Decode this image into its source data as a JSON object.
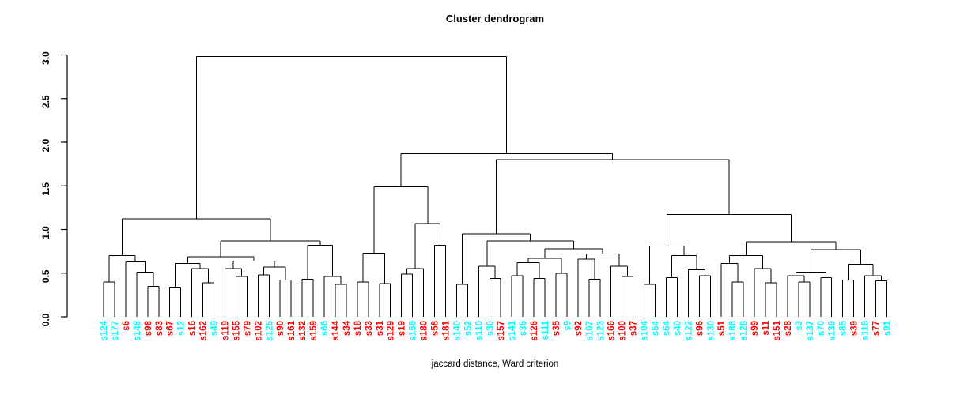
{
  "title": "Cluster dendrogram",
  "caption": "jaccard distance, Ward criterion",
  "axis": {
    "tick_labels": [
      "0.0",
      "0.5",
      "1.0",
      "1.5",
      "2.0",
      "2.5",
      "3.0"
    ],
    "tick_values": [
      0,
      0.5,
      1,
      1.5,
      2,
      2.5,
      3
    ]
  },
  "colors": {
    "cluster_cyan": "#00FFFF",
    "cluster_red": "#FF0000",
    "line": "#000000",
    "background": "#FFFFFF"
  },
  "chart_data": {
    "type": "dendrogram",
    "title": "Cluster dendrogram",
    "xlabel": "jaccard distance, Ward criterion",
    "ylim": [
      0,
      3
    ],
    "grid": false,
    "leaves": [
      {
        "label": "s124",
        "color": "#00FFFF"
      },
      {
        "label": "s177",
        "color": "#00FFFF"
      },
      {
        "label": "s6",
        "color": "#FF0000"
      },
      {
        "label": "s148",
        "color": "#00FFFF"
      },
      {
        "label": "s98",
        "color": "#FF0000"
      },
      {
        "label": "s83",
        "color": "#FF0000"
      },
      {
        "label": "s67",
        "color": "#FF0000"
      },
      {
        "label": "s12",
        "color": "#00FFFF"
      },
      {
        "label": "s16",
        "color": "#FF0000"
      },
      {
        "label": "s162",
        "color": "#FF0000"
      },
      {
        "label": "s49",
        "color": "#00FFFF"
      },
      {
        "label": "s119",
        "color": "#FF0000"
      },
      {
        "label": "s155",
        "color": "#FF0000"
      },
      {
        "label": "s79",
        "color": "#FF0000"
      },
      {
        "label": "s102",
        "color": "#FF0000"
      },
      {
        "label": "s125",
        "color": "#00FFFF"
      },
      {
        "label": "s90",
        "color": "#FF0000"
      },
      {
        "label": "s161",
        "color": "#FF0000"
      },
      {
        "label": "s132",
        "color": "#FF0000"
      },
      {
        "label": "s159",
        "color": "#FF0000"
      },
      {
        "label": "s66",
        "color": "#00FFFF"
      },
      {
        "label": "s144",
        "color": "#FF0000"
      },
      {
        "label": "s34",
        "color": "#FF0000"
      },
      {
        "label": "s18",
        "color": "#FF0000"
      },
      {
        "label": "s33",
        "color": "#FF0000"
      },
      {
        "label": "s31",
        "color": "#FF0000"
      },
      {
        "label": "s129",
        "color": "#FF0000"
      },
      {
        "label": "s19",
        "color": "#FF0000"
      },
      {
        "label": "s158",
        "color": "#00FFFF"
      },
      {
        "label": "s180",
        "color": "#FF0000"
      },
      {
        "label": "s58",
        "color": "#FF0000"
      },
      {
        "label": "s181",
        "color": "#FF0000"
      },
      {
        "label": "s140",
        "color": "#00FFFF"
      },
      {
        "label": "s52",
        "color": "#00FFFF"
      },
      {
        "label": "s110",
        "color": "#00FFFF"
      },
      {
        "label": "s30",
        "color": "#00FFFF"
      },
      {
        "label": "s157",
        "color": "#FF0000"
      },
      {
        "label": "s141",
        "color": "#00FFFF"
      },
      {
        "label": "s36",
        "color": "#00FFFF"
      },
      {
        "label": "s126",
        "color": "#FF0000"
      },
      {
        "label": "s111",
        "color": "#00FFFF"
      },
      {
        "label": "s35",
        "color": "#FF0000"
      },
      {
        "label": "s9",
        "color": "#00FFFF"
      },
      {
        "label": "s92",
        "color": "#FF0000"
      },
      {
        "label": "s107",
        "color": "#00FFFF"
      },
      {
        "label": "s123",
        "color": "#00FFFF"
      },
      {
        "label": "s166",
        "color": "#FF0000"
      },
      {
        "label": "s100",
        "color": "#FF0000"
      },
      {
        "label": "s37",
        "color": "#FF0000"
      },
      {
        "label": "s104",
        "color": "#00FFFF"
      },
      {
        "label": "s54",
        "color": "#00FFFF"
      },
      {
        "label": "s64",
        "color": "#00FFFF"
      },
      {
        "label": "s40",
        "color": "#00FFFF"
      },
      {
        "label": "s122",
        "color": "#00FFFF"
      },
      {
        "label": "s96",
        "color": "#FF0000"
      },
      {
        "label": "s130",
        "color": "#00FFFF"
      },
      {
        "label": "s51",
        "color": "#FF0000"
      },
      {
        "label": "s188",
        "color": "#00FFFF"
      },
      {
        "label": "s128",
        "color": "#00FFFF"
      },
      {
        "label": "s99",
        "color": "#FF0000"
      },
      {
        "label": "s11",
        "color": "#FF0000"
      },
      {
        "label": "s151",
        "color": "#FF0000"
      },
      {
        "label": "s28",
        "color": "#FF0000"
      },
      {
        "label": "s3",
        "color": "#00FFFF"
      },
      {
        "label": "s137",
        "color": "#00FFFF"
      },
      {
        "label": "s70",
        "color": "#00FFFF"
      },
      {
        "label": "s139",
        "color": "#00FFFF"
      },
      {
        "label": "s85",
        "color": "#00FFFF"
      },
      {
        "label": "s39",
        "color": "#FF0000"
      },
      {
        "label": "s118",
        "color": "#00FFFF"
      },
      {
        "label": "s77",
        "color": "#FF0000"
      },
      {
        "label": "s91",
        "color": "#00FFFF"
      }
    ],
    "merges": [
      2.98,
      [
        1.12,
        [
          0.7,
          [
            0.4,
            0,
            1
          ],
          [
            0.63,
            2,
            [
              0.51,
              3,
              [
                0.35,
                4,
                5
              ]
            ]
          ]
        ],
        [
          0.87,
          [
            0.69,
            [
              0.61,
              [
                0.34,
                6,
                7
              ],
              [
                0.55,
                8,
                [
                  0.39,
                  9,
                  10
                ]
              ]
            ],
            [
              0.64,
              [
                0.55,
                11,
                [
                  0.46,
                  12,
                  13
                ]
              ],
              [
                0.57,
                [
                  0.48,
                  14,
                  15
                ],
                [
                  0.42,
                  16,
                  17
                ]
              ]
            ]
          ],
          [
            0.82,
            [
              0.43,
              18,
              19
            ],
            [
              0.46,
              20,
              [
                0.37,
                21,
                22
              ]
            ]
          ]
        ]
      ],
      [
        1.87,
        [
          1.49,
          [
            0.73,
            [
              0.4,
              23,
              24
            ],
            [
              0.38,
              25,
              26
            ]
          ],
          [
            1.07,
            [
              0.55,
              [
                0.49,
                27,
                28
              ],
              29
            ],
            [
              0.82,
              30,
              31
            ]
          ]
        ],
        [
          1.8,
          [
            0.95,
            [
              0.37,
              32,
              33
            ],
            [
              0.87,
              [
                0.58,
                34,
                [
                  0.44,
                  35,
                  36
                ]
              ],
              [
                0.78,
                [
                  0.67,
                  [
                    0.62,
                    [
                      0.47,
                      37,
                      38
                    ],
                    [
                      0.44,
                      39,
                      40
                    ]
                  ],
                  [
                    0.5,
                    41,
                    42
                  ]
                ],
                [
                  0.72,
                  [
                    0.66,
                    43,
                    [
                      0.43,
                      44,
                      45
                    ]
                  ],
                  [
                    0.58,
                    46,
                    [
                      0.46,
                      47,
                      48
                    ]
                  ]
                ]
              ]
            ]
          ],
          [
            1.17,
            [
              0.81,
              [
                0.37,
                49,
                50
              ],
              [
                0.7,
                [
                  0.45,
                  51,
                  52
                ],
                [
                  0.54,
                  53,
                  [
                    0.47,
                    54,
                    55
                  ]
                ]
              ]
            ],
            [
              0.86,
              [
                0.7,
                [
                  0.61,
                  56,
                  [
                    0.4,
                    57,
                    58
                  ]
                ],
                [
                  0.55,
                  59,
                  [
                    0.39,
                    60,
                    61
                  ]
                ]
              ],
              [
                0.77,
                [
                  0.51,
                  [
                    0.47,
                    62,
                    [
                      0.4,
                      63,
                      64
                    ]
                  ],
                  [
                    0.45,
                    65,
                    66
                  ]
                ],
                [
                  0.6,
                  [
                    0.42,
                    67,
                    68
                  ],
                  [
                    0.47,
                    69,
                    [
                      0.41,
                      70,
                      71
                    ]
                  ]
                ]
              ]
            ]
          ]
        ]
      ]
    ]
  }
}
